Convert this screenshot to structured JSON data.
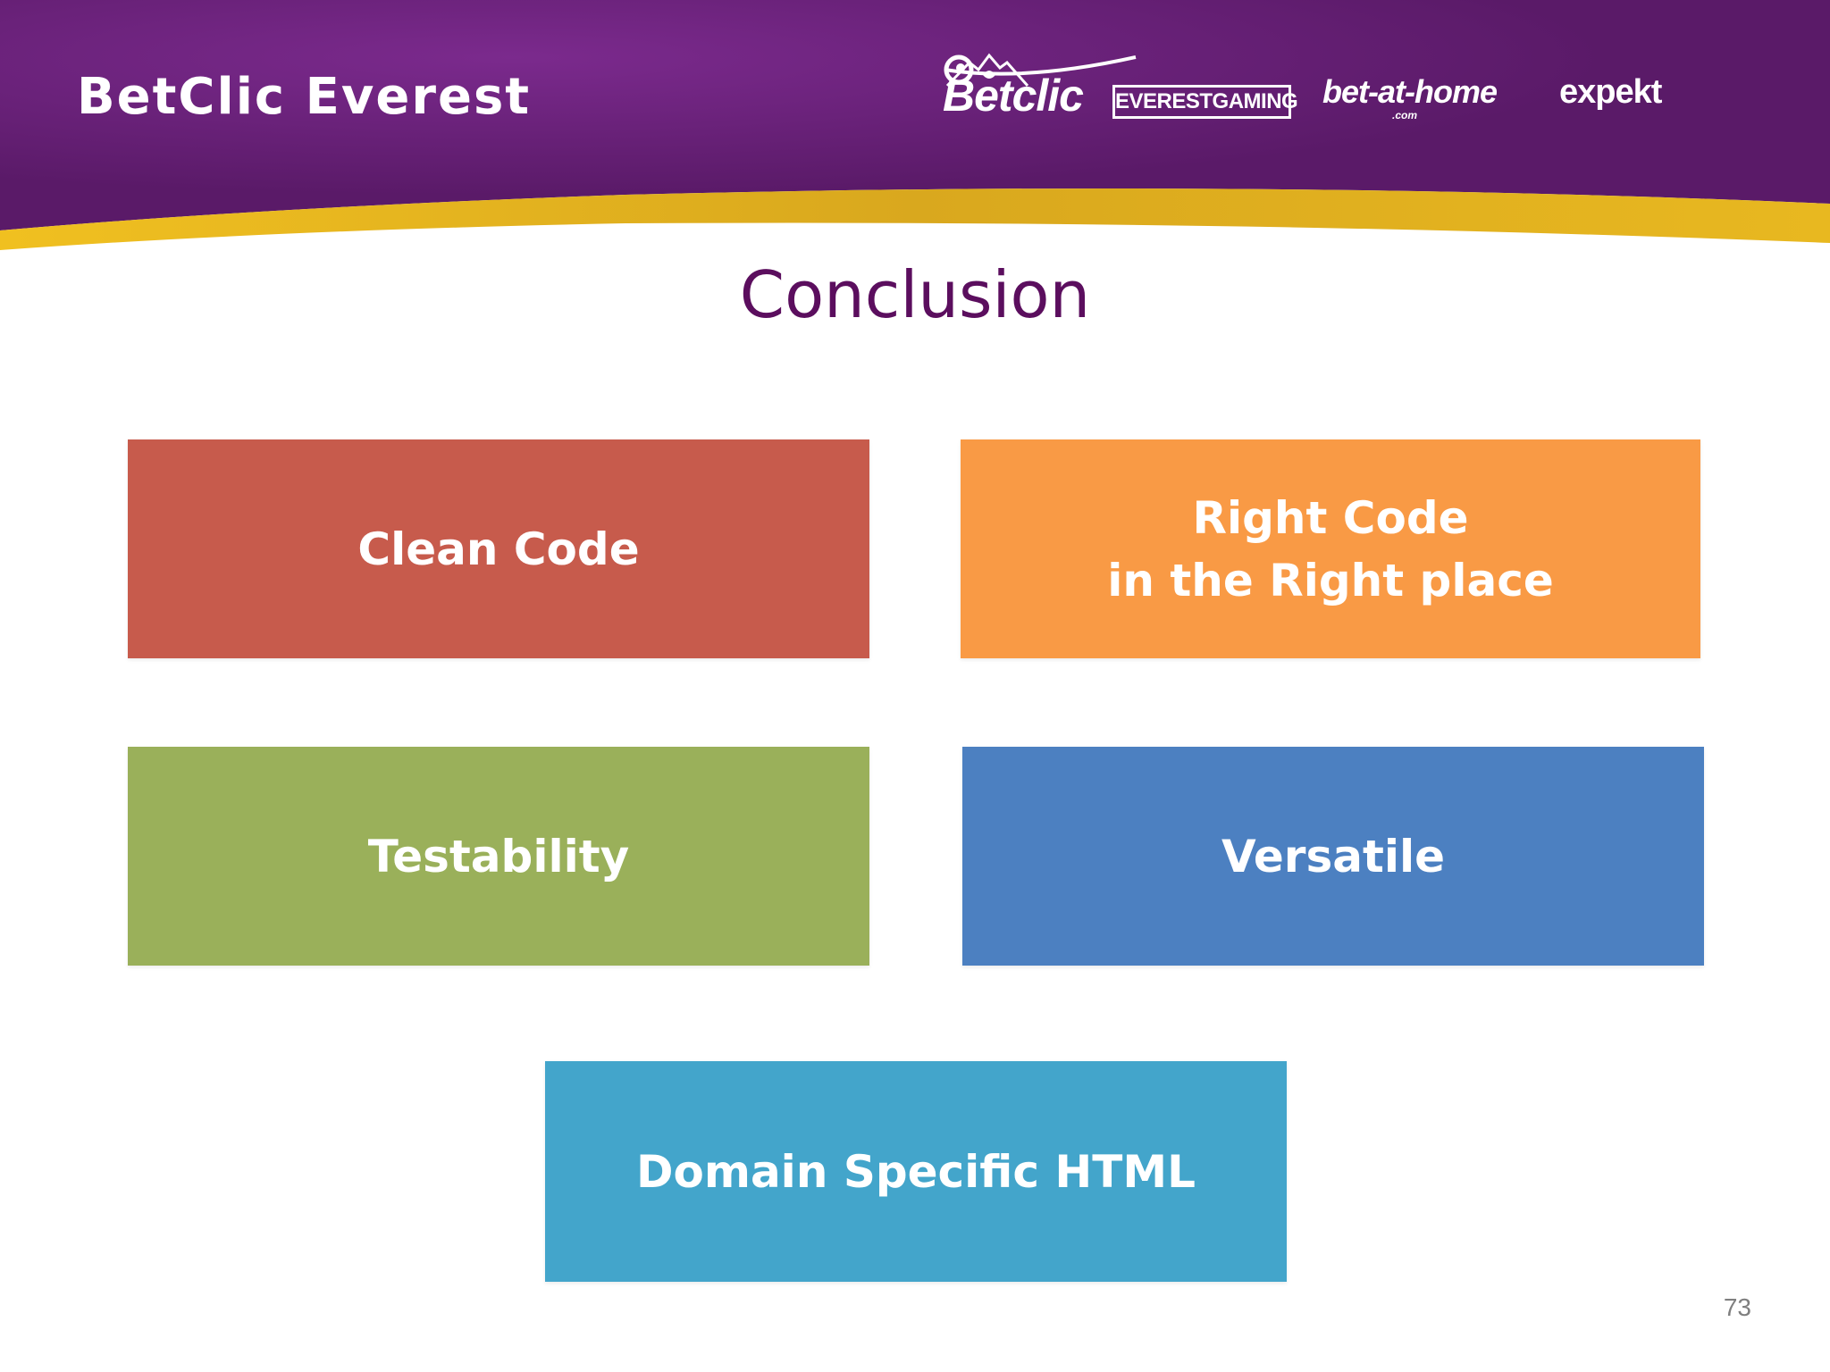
{
  "header": {
    "brand_title": "BetClic Everest",
    "logos": {
      "betclic": "Betclic",
      "everest": "EVERESTGAMING",
      "bet_at_home": "bet-at-home",
      "bet_at_home_sub": ".com",
      "expekt": "expekt"
    },
    "colors": {
      "banner_purple": "#5e1b6b",
      "banner_highlight": "#7b2a8d",
      "gold_stripe": "#e3b21a"
    }
  },
  "slide": {
    "title": "Conclusion",
    "title_color": "#5b0e5e",
    "page_number": "73"
  },
  "boxes": {
    "clean_code": {
      "label": "Clean Code",
      "color": "#c75b4c"
    },
    "right_code": {
      "label": "Right Code\nin the Right place",
      "color": "#f99a45"
    },
    "testability": {
      "label": "Testability",
      "color": "#9ab05a"
    },
    "versatile": {
      "label": "Versatile",
      "color": "#4c80c1"
    },
    "domain_specific_html": {
      "label": "Domain Specific HTML",
      "color": "#43a5cb"
    }
  }
}
